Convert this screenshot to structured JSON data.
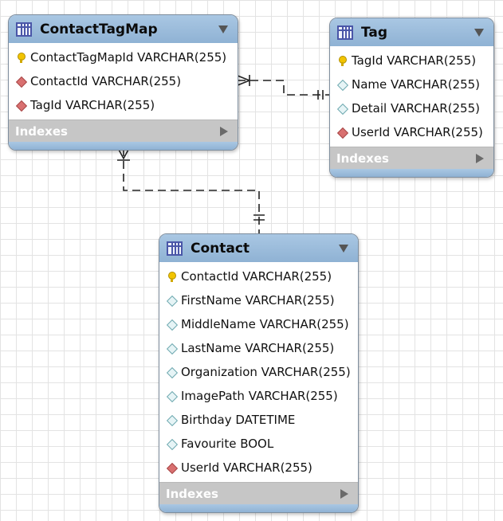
{
  "tables": [
    {
      "name": "ContactTagMap",
      "indexes_label": "Indexes",
      "columns": [
        {
          "kind": "primary-key",
          "text": "ContactTagMapId VARCHAR(255)"
        },
        {
          "kind": "foreign-key",
          "text": "ContactId VARCHAR(255)"
        },
        {
          "kind": "foreign-key",
          "text": "TagId VARCHAR(255)"
        }
      ]
    },
    {
      "name": "Tag",
      "indexes_label": "Indexes",
      "columns": [
        {
          "kind": "primary-key",
          "text": "TagId VARCHAR(255)"
        },
        {
          "kind": "column",
          "text": "Name VARCHAR(255)"
        },
        {
          "kind": "column",
          "text": "Detail VARCHAR(255)"
        },
        {
          "kind": "foreign-key",
          "text": "UserId VARCHAR(255)"
        }
      ]
    },
    {
      "name": "Contact",
      "indexes_label": "Indexes",
      "columns": [
        {
          "kind": "primary-key",
          "text": "ContactId VARCHAR(255)"
        },
        {
          "kind": "column",
          "text": "FirstName VARCHAR(255)"
        },
        {
          "kind": "column",
          "text": "MiddleName VARCHAR(255)"
        },
        {
          "kind": "column",
          "text": "LastName VARCHAR(255)"
        },
        {
          "kind": "column",
          "text": "Organization VARCHAR(255)"
        },
        {
          "kind": "column",
          "text": "ImagePath VARCHAR(255)"
        },
        {
          "kind": "column",
          "text": "Birthday DATETIME"
        },
        {
          "kind": "column",
          "text": "Favourite BOOL"
        },
        {
          "kind": "foreign-key",
          "text": "UserId VARCHAR(255)"
        }
      ]
    }
  ],
  "relationships": [
    {
      "from": "ContactTagMap",
      "to": "Tag",
      "from_cardinality": "many",
      "to_cardinality": "one"
    },
    {
      "from": "ContactTagMap",
      "to": "Contact",
      "from_cardinality": "many",
      "to_cardinality": "one"
    }
  ],
  "colors": {
    "header": "#9dbddc",
    "indexes_bar": "#c6c6c6",
    "connector": "#222222",
    "key_icon": "#f2c400",
    "fk_icon": "#d97070",
    "column_icon": "#e6f4f6"
  }
}
